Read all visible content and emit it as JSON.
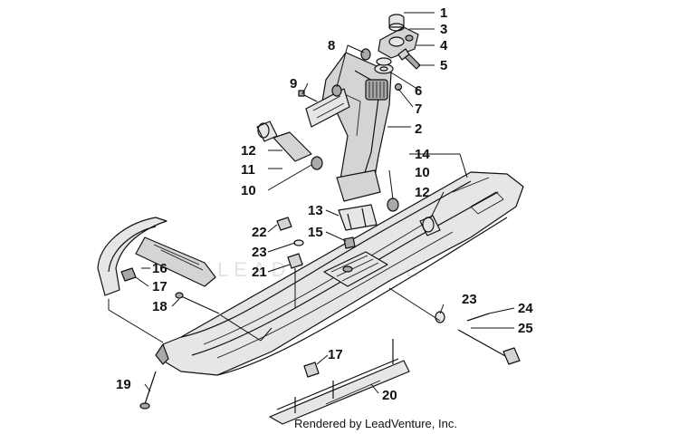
{
  "watermark": "LEADVENTURE",
  "credit": "Rendered by LeadVenture, Inc.",
  "callouts": [
    "1",
    "3",
    "4",
    "5",
    "8",
    "6",
    "9",
    "7",
    "2",
    "12",
    "11",
    "14",
    "10",
    "10",
    "12",
    "13",
    "22",
    "15",
    "23",
    "16",
    "21",
    "17",
    "18",
    "23",
    "24",
    "25",
    "17",
    "19",
    "20"
  ]
}
